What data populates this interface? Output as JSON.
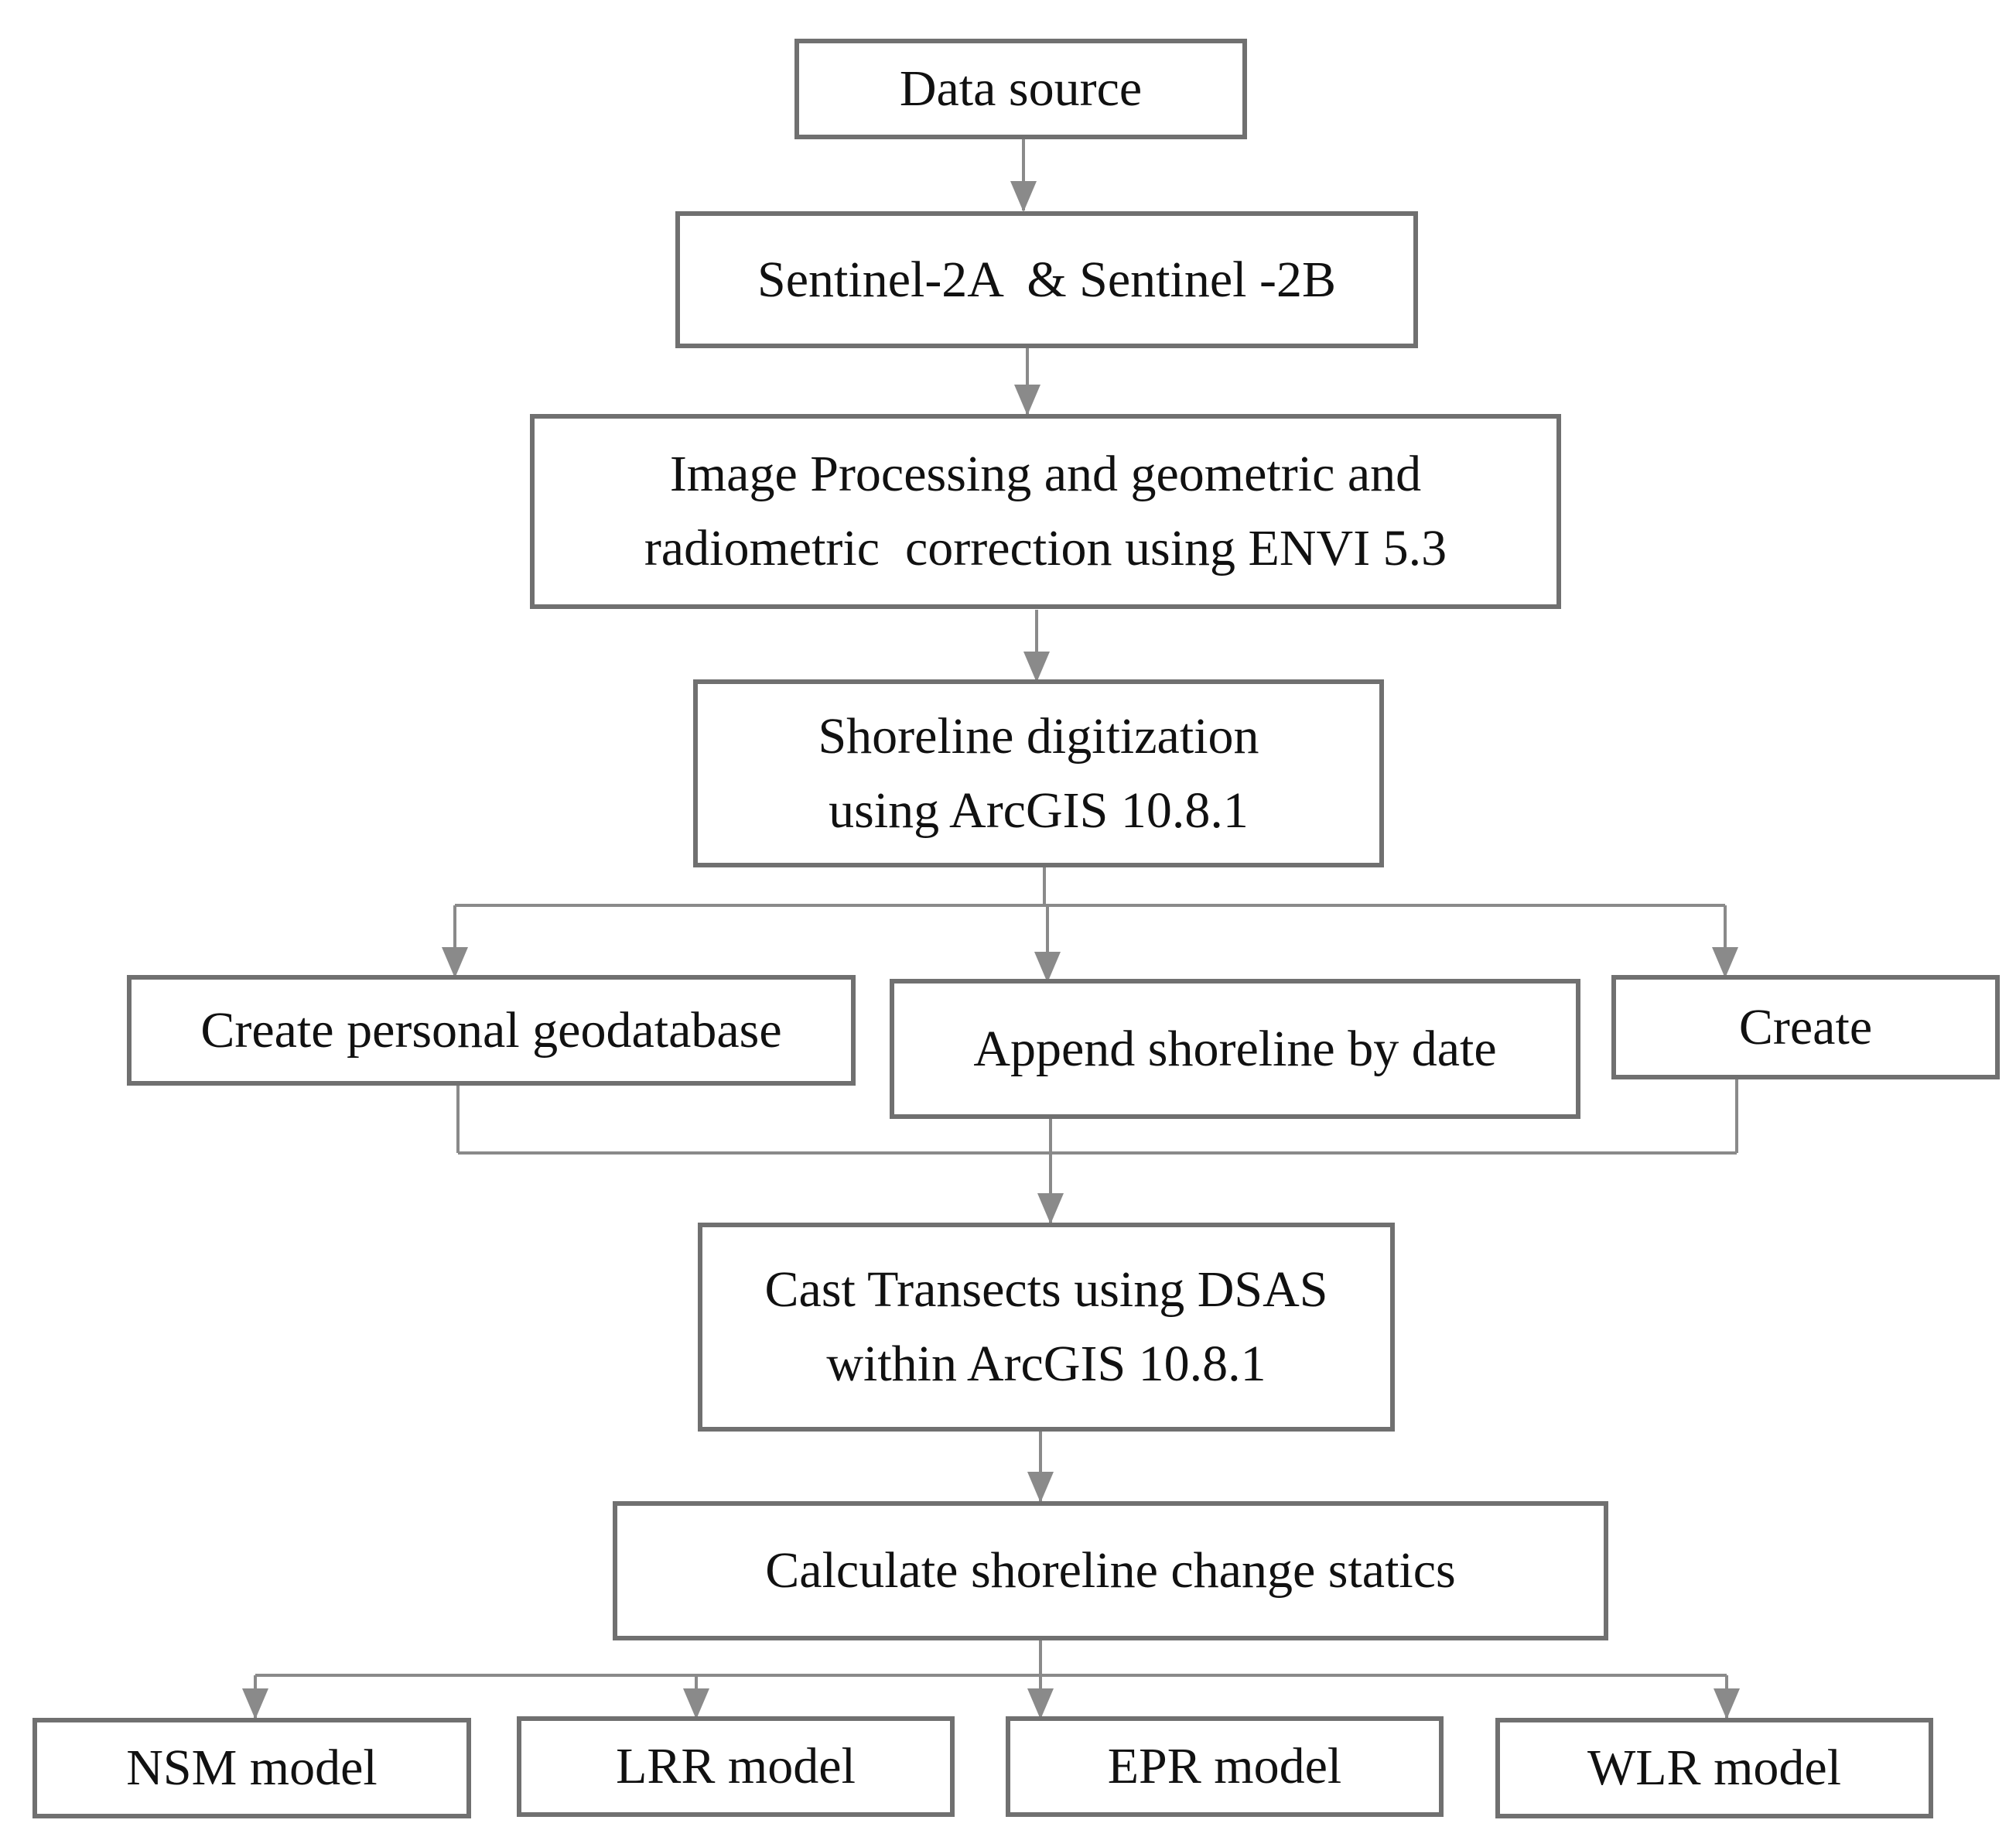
{
  "flowchart": {
    "line_color": "#8a8a8a",
    "border_color": "#707070",
    "nodes": {
      "data_source": [
        "Data source"
      ],
      "sentinel": [
        "Sentinel-2A  & Sentinel -2B"
      ],
      "image_processing": [
        "Image Processing and geometric and",
        "radiometric  correction using ENVI 5.3"
      ],
      "digitization": [
        "Shoreline digitization",
        "using ArcGIS 10.8.1"
      ],
      "geodatabase": [
        "Create personal geodatabase"
      ],
      "append": [
        "Append shoreline by date"
      ],
      "create": [
        "Create"
      ],
      "transects": [
        "Cast Transects using DSAS",
        "within ArcGIS 10.8.1"
      ],
      "statistics": [
        "Calculate shoreline change statics"
      ],
      "nsm": [
        "NSM model"
      ],
      "lrr": [
        "LRR model"
      ],
      "epr": [
        "EPR model"
      ],
      "wlr": [
        "WLR model"
      ]
    }
  }
}
